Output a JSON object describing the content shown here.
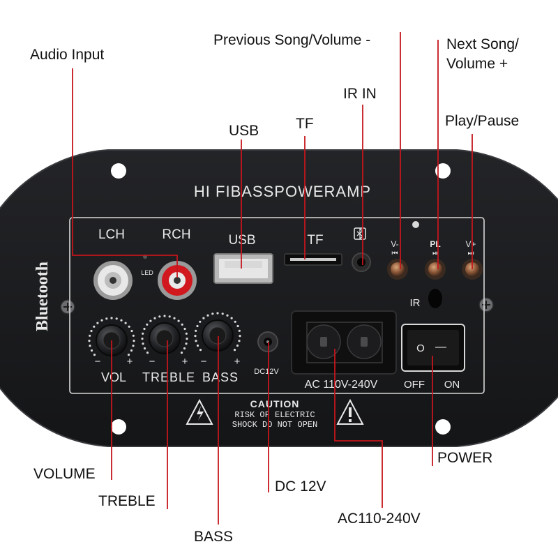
{
  "colors": {
    "panel": "#1b1c1e",
    "panel_edge": "#2a2b2e",
    "leader_line": "#c4161c",
    "silkscreen": "#e9e9e9",
    "rca_left": "#e8e8e8",
    "rca_right": "#d0181e",
    "background": "#ffffff"
  },
  "callouts": {
    "audio_input": "Audio Input",
    "previous_song": "Previous Song/Volume -",
    "next_song_line1": "Next Song/",
    "next_song_line2": "Volume +",
    "ir_in": "IR IN",
    "usb": "USB",
    "tf": "TF",
    "play_pause": "Play/Pause",
    "volume": "VOLUME",
    "treble": "TREBLE",
    "bass": "BASS",
    "dc12v": "DC 12V",
    "ac_input": "AC110-240V",
    "power": "POWER"
  },
  "panel": {
    "title": "HI FIBASSPOWERAMP",
    "brand": "Bluetooth",
    "lch": "LCH",
    "rch": "RCH",
    "led": "LED",
    "usb": "USB",
    "tf": "TF",
    "bt_icon": "bluetooth-icon",
    "prev_label": "V-",
    "prev_icon": "previous-track-icon",
    "play_label": "PL",
    "play_icon": "play-pause-icon",
    "next_label": "V+",
    "next_icon": "next-track-icon",
    "ir": "IR",
    "minus": "−",
    "plus": "+",
    "vol": "VOL",
    "treble": "TREBLE",
    "bass": "BASS",
    "dc12v": "DC12V",
    "ac": "AC 110V-240V",
    "switch_off_mark": "O",
    "switch_on_mark": "—",
    "off": "OFF",
    "on": "ON",
    "caution_title": "CAUTION",
    "caution_line1": "RISK OF ELECTRIC",
    "caution_line2": "SHOCK DO NOT OPEN",
    "warning_icon": "electric-warning-icon"
  }
}
